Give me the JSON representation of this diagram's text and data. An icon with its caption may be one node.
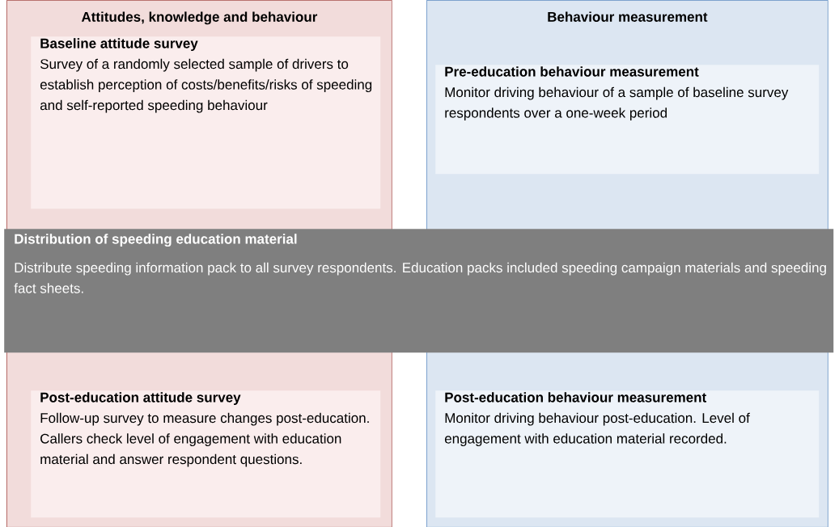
{
  "diagram": {
    "nodes": [
      {
        "text": [
          "Attitudes, knowledge and behaviour"
        ]
      },
      {
        "text": [
          "Baseline attitude survey",
          "Survey of a randomly selected sample of drivers to establish perception of costs/benefits/risks of speeding and self-reported speeding behaviour"
        ],
        "in": 0
      },
      {
        "text": [
          "Behaviour measurement"
        ]
      },
      {
        "text": [
          "Pre-education behaviour measurement",
          "Monitor driving behaviour of a sample of baseline survey respondents over a one-week period"
        ],
        "in": 2
      },
      {
        "text": [
          "Distribution of speeding education material",
          "Distribute speeding information pack to all survey respondents. Education packs included speeding campaign materials and speeding fact sheets."
        ]
      },
      {
        "text": [
          "Post-education attitude survey",
          "Follow-up survey to measure changes post-education. Callers check level of engagement with education material and answer respondent questions."
        ],
        "in": 0
      },
      {
        "text": [
          "Post-education behaviour measurement",
          "Monitor driving behaviour post-education. Level of engagement with education material recorded."
        ],
        "in": 2
      }
    ]
  }
}
